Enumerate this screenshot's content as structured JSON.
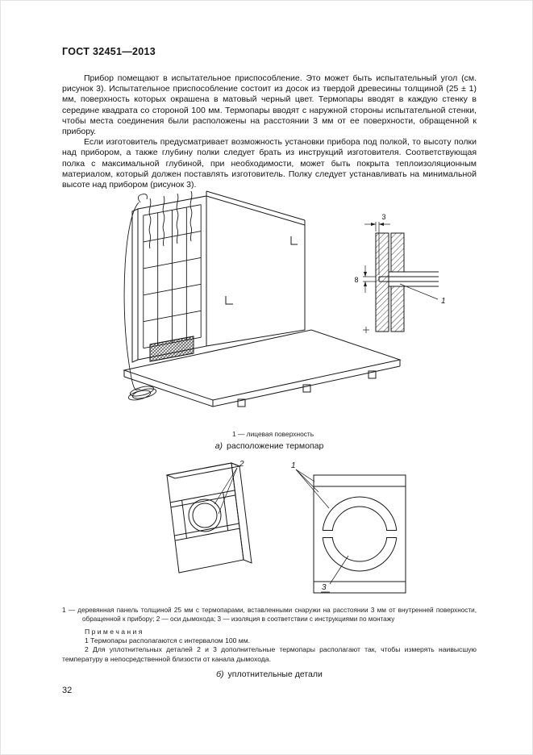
{
  "doc": {
    "header": "ГОСТ 32451—2013",
    "page_number": "32"
  },
  "body": {
    "para1": "Прибор помещают в испытательное приспособление. Это может быть испытательный угол (см. рисунок 3). Испытательное приспособление состоит из досок из твердой древесины толщиной (25 ± 1) мм, поверхность которых окрашена в матовый черный цвет. Термопары вводят в каждую стенку в середине квадрата со стороной 100 мм. Термопары вводят с наружной стороны испытательной стенки, чтобы места соединения были расположены на расстоянии 3 мм от ее поверхности, обращенной к прибору.",
    "para2": "Если изготовитель предусматривает возможность установки прибора под полкой, то высоту полки над прибором, а также глубину полки следует брать из инструкций изготовителя. Соответствующая полка с максимальной глубиной, при необходимости, может быть покрыта теплоизоляционным материалом, который должен поставлять изготовитель. Полку следует устанавливать на минимальной высоте над прибором (рисунок 3)."
  },
  "figure_a": {
    "dim_gap": "3",
    "dim_depth": "8",
    "part_face": "1",
    "legend": "1 — лицевая поверхность",
    "caption_marker": "а)",
    "caption_text": "расположение термопар"
  },
  "figure_b": {
    "label_axes": "2",
    "label_panel": "1",
    "label_insulation": "3",
    "legend": "1 — деревянная панель толщиной 25 мм с термопарами, вставленными снаружи на расстоянии 3 мм от внутренней поверхности, обращенной к прибору; 2 — оси дымохода; 3 — изоляция в соответствии с инструкциями по монтажу",
    "caption_marker": "б)",
    "caption_text": "уплотнительные детали"
  },
  "notes": {
    "title": "П р и м е ч а н и я",
    "items": [
      "1 Термопары располагаются с интервалом 100 мм.",
      "2 Для уплотнительных деталей 2 и 3 дополнительные термопары располагают так, чтобы измерять наивысшую температуру в непосредственной близости от канала дымохода."
    ]
  }
}
